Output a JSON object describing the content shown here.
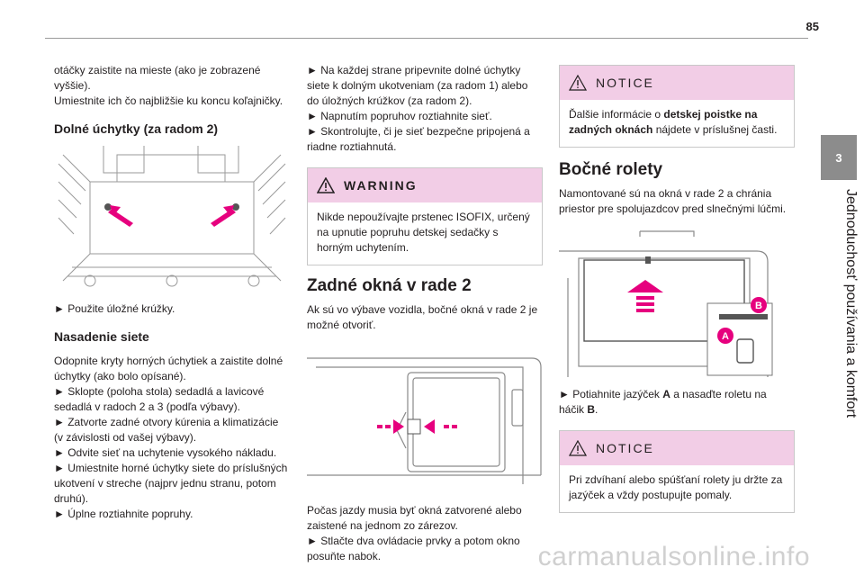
{
  "page": {
    "number": "85",
    "chapter_number": "3",
    "chapter_title": "Jednoduchosť používania a komfort",
    "watermark": "carmanualsonline.info"
  },
  "col1": {
    "intro_1": "otáčky zaistite na mieste (ako je zobrazené vyššie).",
    "intro_2": "Umiestnite ich čo najbližšie ku koncu koľajničky.",
    "heading_1": "Dolné úchytky (za radom 2)",
    "figure_1_step": "► Použite úložné krúžky.",
    "heading_2": "Nasadenie siete",
    "steps": [
      "Odopnite kryty horných úchytiek a zaistite dolné úchytky (ako bolo opísané).",
      "► Sklopte (poloha stola) sedadlá a lavicové sedadlá v radoch 2 a 3 (podľa výbavy).",
      "► Zatvorte zadné otvory kúrenia a klimatizácie (v závislosti od vašej výbavy).",
      "► Odvite sieť na uchytenie vysokého nákladu.",
      "► Umiestnite horné úchytky siete do príslušných ukotvení v streche (najprv jednu stranu, potom druhú).",
      "► Úplne roztiahnite popruhy."
    ]
  },
  "col2": {
    "steps": [
      "► Na každej strane pripevnite dolné úchytky siete k dolným ukotveniam (za radom 1) alebo do úložných krúžkov (za radom 2).",
      "► Napnutím popruhov roztiahnite sieť.",
      "► Skontrolujte, či je sieť bezpečne pripojená a riadne roztiahnutá."
    ],
    "warning_title": "WARNING",
    "warning_text": "Nikde nepoužívajte prstenec ISOFIX, určený na upnutie popruhu detskej sedačky s horným uchytením.",
    "heading": "Zadné okná v rade 2",
    "intro": "Ak sú vo výbave vozidla, bočné okná v rade 2 je možné otvoriť.",
    "after_1": "Počas jazdy musia byť okná zatvorené alebo zaistené na jednom zo zárezov.",
    "after_2": "► Stlačte dva ovládacie prvky a potom okno posuňte nabok."
  },
  "col3": {
    "notice_1_title": "NOTICE",
    "notice_1_pre": "Ďalšie informácie o ",
    "notice_1_bold": "detskej poistke na zadných oknách",
    "notice_1_post": " nájdete v príslušnej časti.",
    "heading": "Bočné rolety",
    "intro": "Namontované sú na okná v rade 2 a chránia priestor pre spolujazdcov pred slnečnými lúčmi.",
    "label_a": "A",
    "label_b": "B",
    "step_pre": "► Potiahnite jazýček ",
    "step_a": "A",
    "step_mid": " a nasaďte roletu na háčik ",
    "step_b": "B",
    "step_post": ".",
    "notice_2_title": "NOTICE",
    "notice_2_text": "Pri zdvíhaní alebo spúšťaní rolety ju držte za jazýček a vždy postupujte pomaly."
  },
  "colors": {
    "accent_pink": "#e6007e",
    "box_header": "#f2cde6",
    "chapter_tab": "#8c8c8c"
  }
}
